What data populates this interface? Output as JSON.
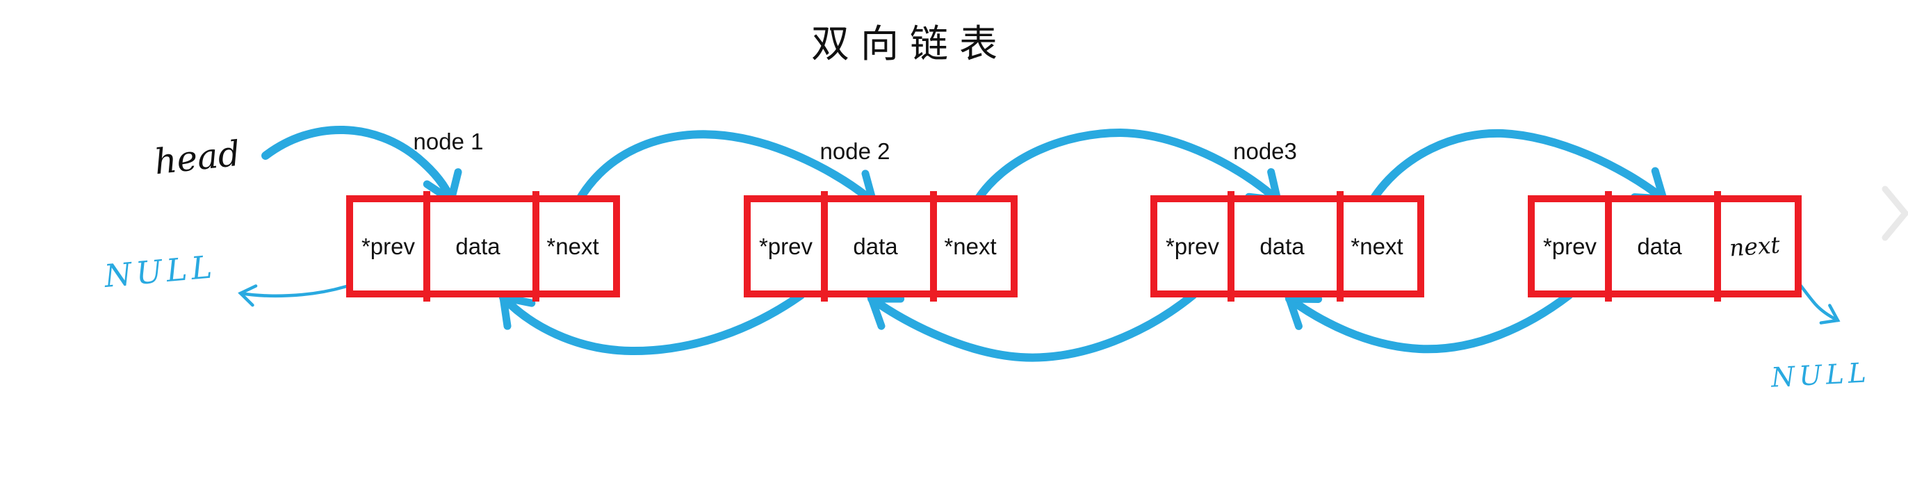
{
  "title": "双向链表",
  "annotations": {
    "head": "head",
    "null_left": "NULL",
    "null_right": "NULL"
  },
  "nodes": [
    {
      "label": "node 1",
      "cells": [
        {
          "text": "*prev",
          "handwritten": false
        },
        {
          "text": "data",
          "handwritten": false
        },
        {
          "text": "*next",
          "handwritten": false
        }
      ]
    },
    {
      "label": "node 2",
      "cells": [
        {
          "text": "*prev",
          "handwritten": false
        },
        {
          "text": "data",
          "handwritten": false
        },
        {
          "text": "*next",
          "handwritten": false
        }
      ]
    },
    {
      "label": "node3",
      "cells": [
        {
          "text": "*prev",
          "handwritten": false
        },
        {
          "text": "data",
          "handwritten": false
        },
        {
          "text": "*next",
          "handwritten": false
        }
      ]
    },
    {
      "label": "",
      "cells": [
        {
          "text": "*prev",
          "handwritten": false
        },
        {
          "text": "data",
          "handwritten": false
        },
        {
          "text": "next",
          "handwritten": true
        }
      ]
    }
  ],
  "edges": [
    {
      "from": "head",
      "to": "node1.data",
      "direction": "forward"
    },
    {
      "from": "node1.next",
      "to": "node2.data",
      "direction": "forward"
    },
    {
      "from": "node2.next",
      "to": "node3.data",
      "direction": "forward"
    },
    {
      "from": "node3.next",
      "to": "node4.data",
      "direction": "forward"
    },
    {
      "from": "node2.prev",
      "to": "node1.data",
      "direction": "backward"
    },
    {
      "from": "node3.prev",
      "to": "node2.data",
      "direction": "backward"
    },
    {
      "from": "node4.prev",
      "to": "node3.data",
      "direction": "backward"
    },
    {
      "from": "node1.prev",
      "to": "NULL (left)",
      "direction": "backward"
    },
    {
      "from": "node4.next",
      "to": "NULL (right)",
      "direction": "forward"
    }
  ],
  "colors": {
    "box_red": "#ed1c24",
    "arrow_blue": "#29a9e0",
    "text_black": "#111111"
  }
}
